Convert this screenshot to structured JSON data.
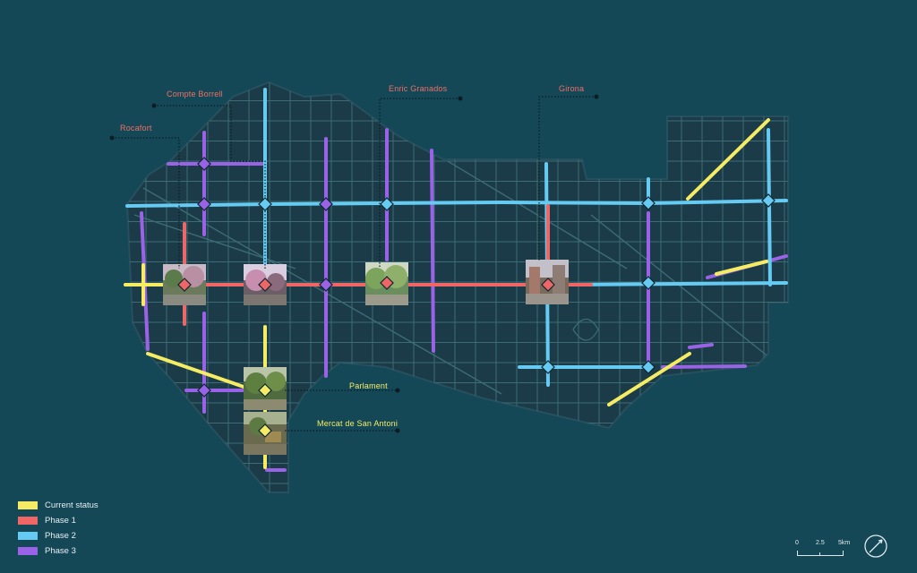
{
  "colors": {
    "background": "#144857",
    "district": "#1b3b48",
    "street": "#3d6c76",
    "current": "#f5ec64",
    "phase1": "#ef6667",
    "phase2": "#66cbf3",
    "phase3": "#9a62e6",
    "callout_red": "#ef6f66",
    "callout_yellow": "#f5ec64"
  },
  "callouts": [
    {
      "id": "compte-borrell",
      "label": "Compte Borrell",
      "color": "red"
    },
    {
      "id": "rocafort",
      "label": "Rocafort",
      "color": "red"
    },
    {
      "id": "enric-granados",
      "label": "Enric Granados",
      "color": "red"
    },
    {
      "id": "girona",
      "label": "Girona",
      "color": "red"
    },
    {
      "id": "parlament",
      "label": "Parlament",
      "color": "yellow"
    },
    {
      "id": "mercat",
      "label": "Mercat de San Antoni",
      "color": "yellow"
    }
  ],
  "legend": [
    {
      "label": "Current status",
      "color": "#f5ec64"
    },
    {
      "label": "Phase 1",
      "color": "#ef6667"
    },
    {
      "label": "Phase 2",
      "color": "#66cbf3"
    },
    {
      "label": "Phase 3",
      "color": "#9a62e6"
    }
  ],
  "scale": {
    "labels": [
      "0",
      "2.5",
      "5km"
    ]
  },
  "north_icon": "north-arrow-icon"
}
